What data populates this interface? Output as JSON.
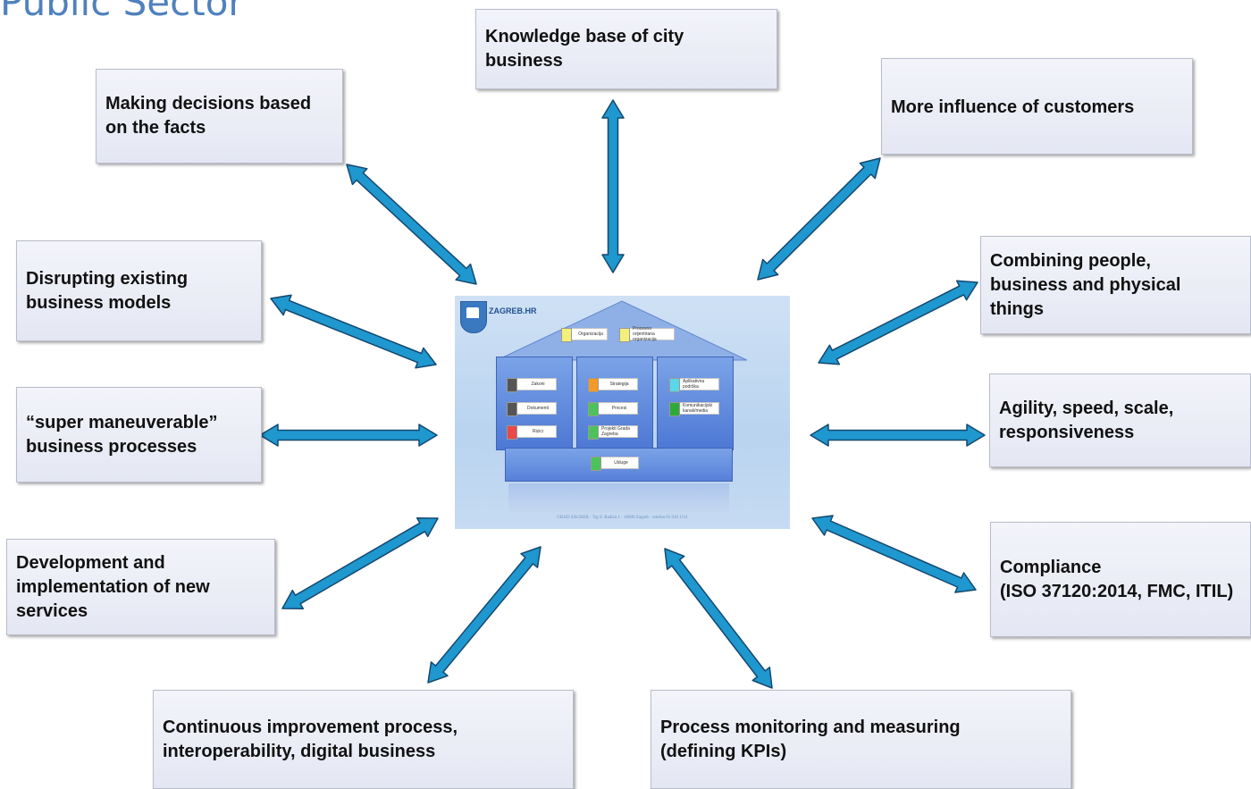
{
  "title": "Public Sector",
  "center": {
    "logo_text": "ZAGREB.HR",
    "roof_items": [
      "Organizacija",
      "Procesno orijentirana organizacija"
    ],
    "column_items": [
      "Zakoni",
      "Dokumenti",
      "Rizici",
      "Strategija",
      "Procesi",
      "Projekti Grada Zagreba",
      "Aplikativna podrška",
      "Komunikacijski kanali/media"
    ],
    "base_item": "Usluge",
    "footer": "GRAD ZAGREB · Trg S. Radića 1 · 10000 Zagreb · telefon 01 610 1111"
  },
  "boxes": {
    "knowledge": "Knowledge base of city\nbusiness",
    "decisions": "Making decisions based\non the facts",
    "customers": "More influence of customers",
    "disrupting": "Disrupting existing\nbusiness models",
    "combining": "Combining people,\nbusiness and physical\nthings",
    "super": "“super maneuverable”\nbusiness processes",
    "agility": "Agility, speed, scale,\nresponsiveness",
    "development": "Development and\nimplementation of new\nservices",
    "compliance": "Compliance\n(ISO 37120:2014, FMC, ITIL)",
    "continuous": "Continuous improvement process,\ninteroperability, digital business",
    "monitoring": "Process monitoring and measuring\n(defining KPIs)"
  },
  "colors": {
    "arrow_fill": "#1f97cf",
    "arrow_stroke": "#14486f",
    "title": "#4f81bd"
  }
}
